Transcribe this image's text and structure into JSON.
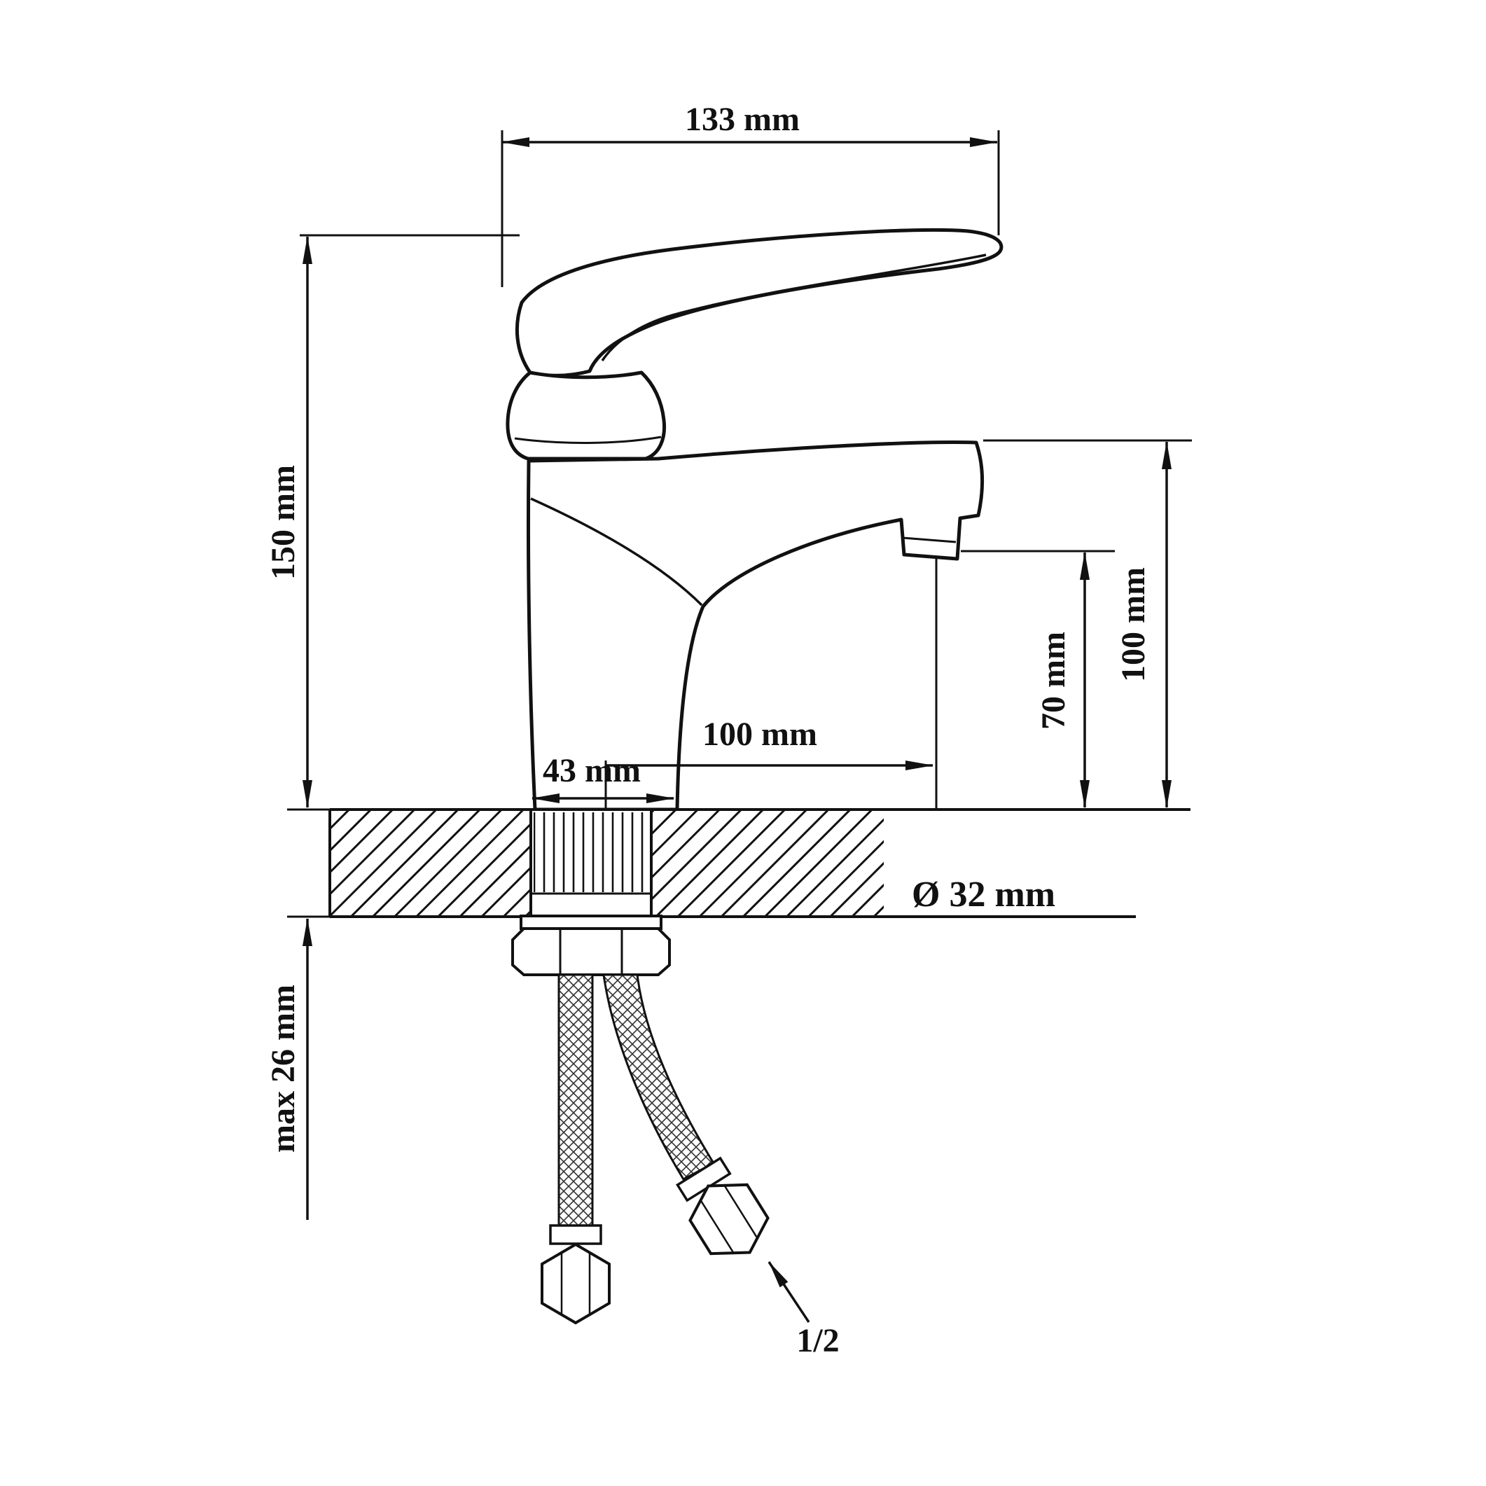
{
  "diagram": {
    "kind": "technical-drawing",
    "subject": "single-lever basin mixer tap, side view, with mounting shank, nut and two flexible braided hoses",
    "colors": {
      "line": "#111111",
      "background": "#ffffff"
    },
    "dimensions": {
      "overall_width": "133 mm",
      "overall_height": "150 mm",
      "spout_top_height": "100 mm",
      "outlet_height": "70 mm",
      "spout_reach": "100 mm",
      "base_width": "43 mm",
      "mounting_hole_diameter": "Ø 32 mm",
      "max_deck_thickness": "max 26 mm",
      "hose_connection_size": "1/2"
    }
  }
}
